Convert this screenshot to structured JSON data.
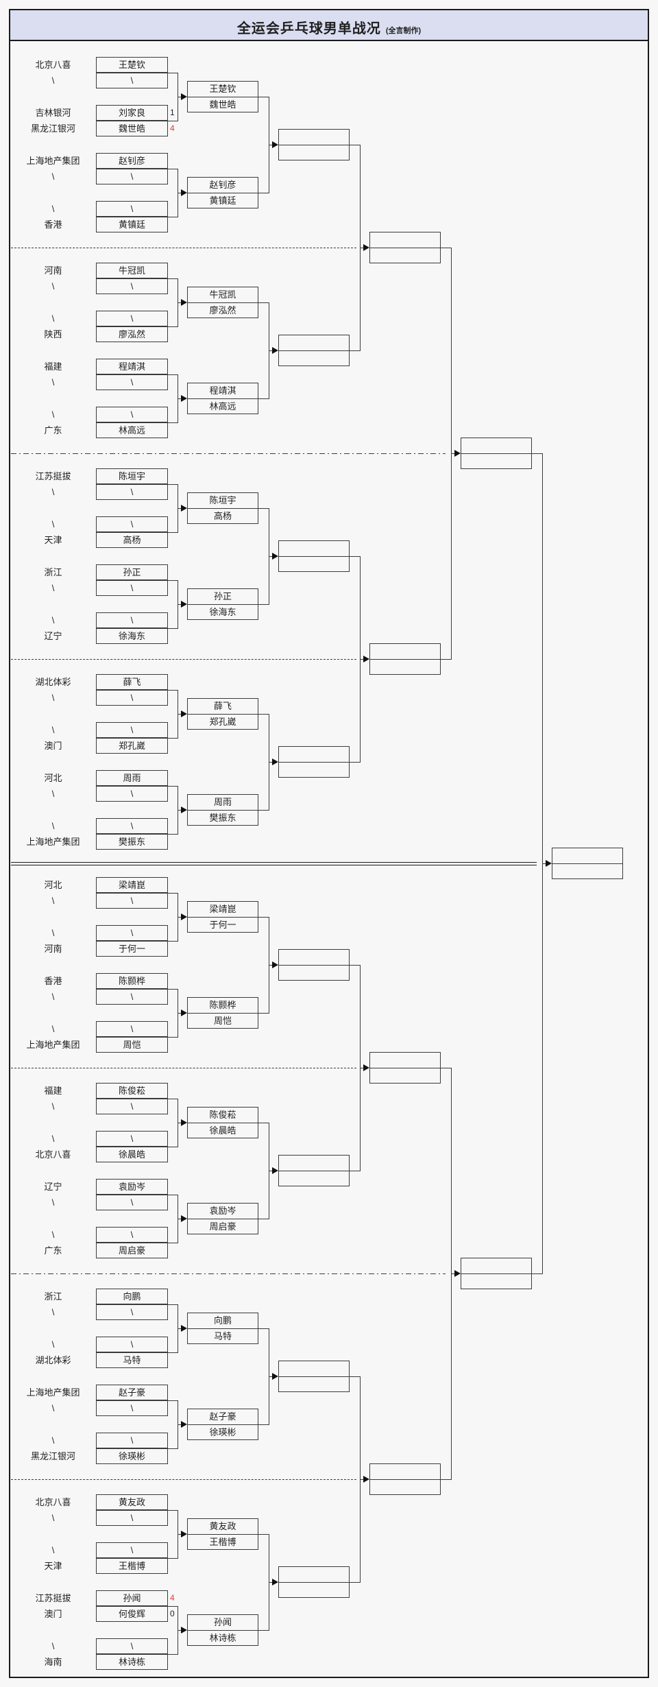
{
  "title": "全运会乒乓球男单战况",
  "subtitle": "(全言制作)",
  "colors": {
    "header_bg": "#dbdef1",
    "page_bg": "#f7f7f7",
    "line": "#3a3a3a",
    "win_score": "#e03a3a",
    "text": "#1f1f1f"
  },
  "bracket": {
    "bye_symbol": "\\",
    "separator_styles": [
      "dashed",
      "dash-dot",
      "dashed",
      "double",
      "dashed",
      "dash-dot",
      "dashed"
    ],
    "groups": [
      {
        "quads": [
          {
            "slots": [
              {
                "team": "北京八喜",
                "player": "王楚钦"
              },
              {
                "team": "\\",
                "player": "\\"
              },
              {
                "team": "吉林银河",
                "player": "刘家良",
                "score": "1",
                "win": false
              },
              {
                "team": "黑龙江银河",
                "player": "魏世皓",
                "score": "4",
                "win": true
              }
            ],
            "advance": [
              "王楚钦",
              "魏世皓"
            ]
          },
          {
            "slots": [
              {
                "team": "上海地产集团",
                "player": "赵钊彦"
              },
              {
                "team": "\\",
                "player": "\\"
              },
              {
                "team": "\\",
                "player": "\\"
              },
              {
                "team": "香港",
                "player": "黄镇廷"
              }
            ],
            "advance": [
              "赵钊彦",
              "黄镇廷"
            ]
          }
        ]
      },
      {
        "quads": [
          {
            "slots": [
              {
                "team": "河南",
                "player": "牛冠凯"
              },
              {
                "team": "\\",
                "player": "\\"
              },
              {
                "team": "\\",
                "player": "\\"
              },
              {
                "team": "陕西",
                "player": "廖泓然"
              }
            ],
            "advance": [
              "牛冠凯",
              "廖泓然"
            ]
          },
          {
            "slots": [
              {
                "team": "福建",
                "player": "程靖淇"
              },
              {
                "team": "\\",
                "player": "\\"
              },
              {
                "team": "\\",
                "player": "\\"
              },
              {
                "team": "广东",
                "player": "林高远"
              }
            ],
            "advance": [
              "程靖淇",
              "林高远"
            ]
          }
        ]
      },
      {
        "quads": [
          {
            "slots": [
              {
                "team": "江苏挺拔",
                "player": "陈垣宇"
              },
              {
                "team": "\\",
                "player": "\\"
              },
              {
                "team": "\\",
                "player": "\\"
              },
              {
                "team": "天津",
                "player": "高杨"
              }
            ],
            "advance": [
              "陈垣宇",
              "高杨"
            ]
          },
          {
            "slots": [
              {
                "team": "浙江",
                "player": "孙正"
              },
              {
                "team": "\\",
                "player": "\\"
              },
              {
                "team": "\\",
                "player": "\\"
              },
              {
                "team": "辽宁",
                "player": "徐海东"
              }
            ],
            "advance": [
              "孙正",
              "徐海东"
            ]
          }
        ]
      },
      {
        "quads": [
          {
            "slots": [
              {
                "team": "湖北体彩",
                "player": "薛飞"
              },
              {
                "team": "\\",
                "player": "\\"
              },
              {
                "team": "\\",
                "player": "\\"
              },
              {
                "team": "澳门",
                "player": "郑孔崴"
              }
            ],
            "advance": [
              "薛飞",
              "郑孔崴"
            ]
          },
          {
            "slots": [
              {
                "team": "河北",
                "player": "周雨"
              },
              {
                "team": "\\",
                "player": "\\"
              },
              {
                "team": "\\",
                "player": "\\"
              },
              {
                "team": "上海地产集团",
                "player": "樊振东"
              }
            ],
            "advance": [
              "周雨",
              "樊振东"
            ]
          }
        ]
      },
      {
        "quads": [
          {
            "slots": [
              {
                "team": "河北",
                "player": "梁靖崑"
              },
              {
                "team": "\\",
                "player": "\\"
              },
              {
                "team": "\\",
                "player": "\\"
              },
              {
                "team": "河南",
                "player": "于何一"
              }
            ],
            "advance": [
              "梁靖崑",
              "于何一"
            ]
          },
          {
            "slots": [
              {
                "team": "香港",
                "player": "陈颢桦"
              },
              {
                "team": "\\",
                "player": "\\"
              },
              {
                "team": "\\",
                "player": "\\"
              },
              {
                "team": "上海地产集团",
                "player": "周恺"
              }
            ],
            "advance": [
              "陈颢桦",
              "周恺"
            ]
          }
        ]
      },
      {
        "quads": [
          {
            "slots": [
              {
                "team": "福建",
                "player": "陈俊菘"
              },
              {
                "team": "\\",
                "player": "\\"
              },
              {
                "team": "\\",
                "player": "\\"
              },
              {
                "team": "北京八喜",
                "player": "徐晨皓"
              }
            ],
            "advance": [
              "陈俊菘",
              "徐晨皓"
            ]
          },
          {
            "slots": [
              {
                "team": "辽宁",
                "player": "袁励岑"
              },
              {
                "team": "\\",
                "player": "\\"
              },
              {
                "team": "\\",
                "player": "\\"
              },
              {
                "team": "广东",
                "player": "周启豪"
              }
            ],
            "advance": [
              "袁励岑",
              "周启豪"
            ]
          }
        ]
      },
      {
        "quads": [
          {
            "slots": [
              {
                "team": "浙江",
                "player": "向鹏"
              },
              {
                "team": "\\",
                "player": "\\"
              },
              {
                "team": "\\",
                "player": "\\"
              },
              {
                "team": "湖北体彩",
                "player": "马特"
              }
            ],
            "advance": [
              "向鹏",
              "马特"
            ]
          },
          {
            "slots": [
              {
                "team": "上海地产集团",
                "player": "赵子豪"
              },
              {
                "team": "\\",
                "player": "\\"
              },
              {
                "team": "\\",
                "player": "\\"
              },
              {
                "team": "黑龙江银河",
                "player": "徐瑛彬"
              }
            ],
            "advance": [
              "赵子豪",
              "徐瑛彬"
            ]
          }
        ]
      },
      {
        "quads": [
          {
            "slots": [
              {
                "team": "北京八喜",
                "player": "黄友政"
              },
              {
                "team": "\\",
                "player": "\\"
              },
              {
                "team": "\\",
                "player": "\\"
              },
              {
                "team": "天津",
                "player": "王楷博"
              }
            ],
            "advance": [
              "黄友政",
              "王楷博"
            ]
          },
          {
            "slots": [
              {
                "team": "江苏挺拔",
                "player": "孙闻",
                "score": "4",
                "win": true
              },
              {
                "team": "澳门",
                "player": "何俊辉",
                "score": "0",
                "win": false
              },
              {
                "team": "\\",
                "player": "\\"
              },
              {
                "team": "海南",
                "player": "林诗栋"
              }
            ],
            "advance": [
              "孙闻",
              "林诗栋"
            ]
          }
        ]
      }
    ]
  }
}
